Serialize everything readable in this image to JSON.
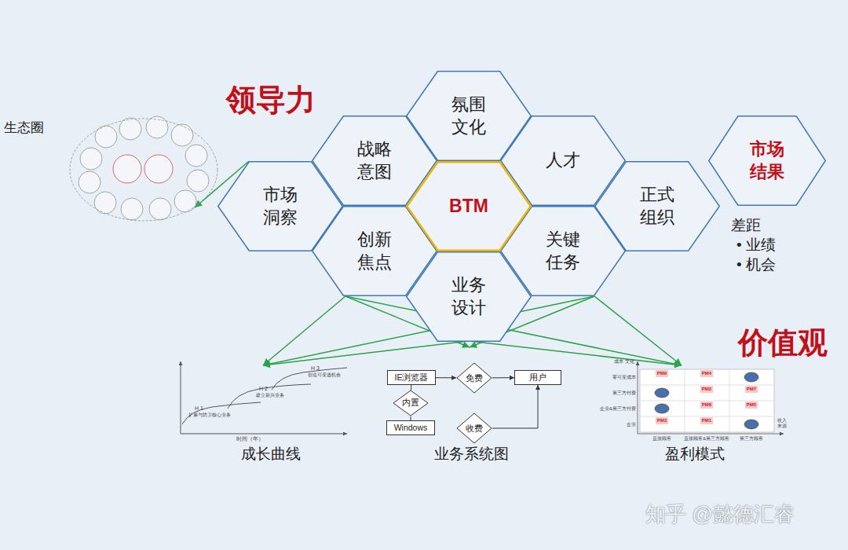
{
  "diagram": {
    "nodes": [
      {
        "text": [
          "生态圈"
        ]
      },
      {
        "text": [
          "氛围 文化"
        ]
      },
      {
        "text": [
          "战略 意图"
        ]
      },
      {
        "text": [
          "人才"
        ]
      },
      {
        "text": [
          "市场 洞察"
        ]
      },
      {
        "text": [
          "BTM"
        ]
      },
      {
        "text": [
          "正式 组织"
        ]
      },
      {
        "text": [
          "创新 焦点"
        ]
      },
      {
        "text": [
          "关键 任务"
        ]
      },
      {
        "text": [
          "业务 设计"
        ]
      },
      {
        "text": [
          "市场 结果"
        ]
      },
      {
        "text": [
          "IE浏览器"
        ]
      },
      {
        "text": [
          "免费"
        ]
      },
      {
        "text": [
          "用户"
        ]
      },
      {
        "text": [
          "内置"
        ]
      },
      {
        "text": [
          "Windows"
        ]
      },
      {
        "text": [
          "收费"
        ]
      }
    ],
    "edges": [
      {
        "from": 4,
        "to": 0,
        "arrow": "to"
      },
      {
        "from": 11,
        "to": 12,
        "arrow": "to"
      },
      {
        "from": 12,
        "to": 13,
        "arrow": "to"
      },
      {
        "from": 14,
        "to": 11,
        "arrow": "none"
      },
      {
        "from": 15,
        "to": 14,
        "arrow": "none"
      },
      {
        "from": 16,
        "to": 13,
        "arrow": "to"
      }
    ],
    "labels": [
      "领导力",
      "价值观",
      "差距",
      "• 业绩",
      "• 机会",
      "H 1",
      "扩展与防卫核心业务",
      "H 2",
      "建立新兴业务",
      "H 3",
      "创造可变选机会",
      "时间（年）",
      "成长曲线",
      "业务系统图",
      "成本 文化",
      "零可变成本",
      "第三方付费",
      "企业&第三方付费",
      "企业",
      "直接顾客",
      "直接顾客&第三方顾客",
      "第三方顾客",
      "收入 来源",
      "PM9",
      "PM4",
      "PM2",
      "PM7",
      "PM8",
      "PM5",
      "PM3",
      "PM1",
      "盈利模式",
      "知乎 @懿德汇睿"
    ]
  }
}
